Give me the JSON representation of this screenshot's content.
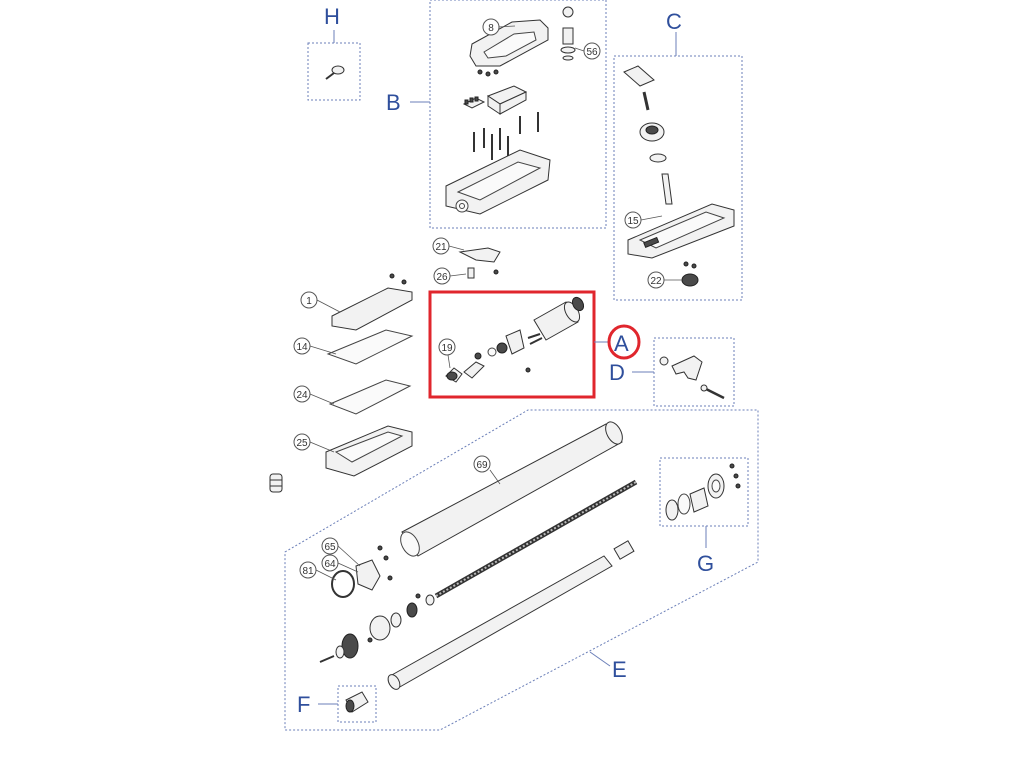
{
  "group_labels": {
    "A": "A",
    "B": "B",
    "C": "C",
    "D": "D",
    "E": "E",
    "F": "F",
    "G": "G",
    "H": "H"
  },
  "part_numbers": {
    "p1": "1",
    "p8": "8",
    "p14": "14",
    "p15": "15",
    "p19": "19",
    "p21": "21",
    "p22": "22",
    "p24": "24",
    "p25": "25",
    "p26": "26",
    "p56": "56",
    "p64": "64",
    "p65": "65",
    "p69": "69",
    "p81": "81"
  },
  "highlight": {
    "group": "A",
    "color": "#e0262d"
  },
  "colors": {
    "label": "#2f4f9c",
    "box_border": "#6b7fb8"
  }
}
